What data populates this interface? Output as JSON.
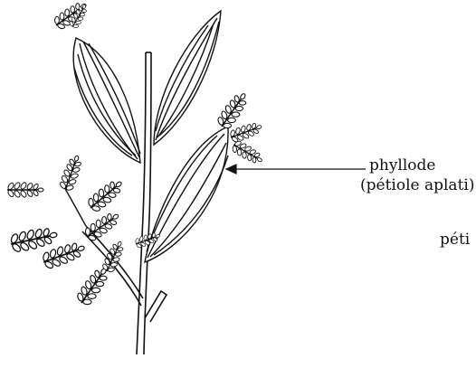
{
  "labels": {
    "phyllode": "phyllode",
    "petiole_flattened": "(pétiole aplati)",
    "peti_truncated": "péti"
  },
  "colors": {
    "ink": "#111111",
    "background": "#ffffff"
  }
}
